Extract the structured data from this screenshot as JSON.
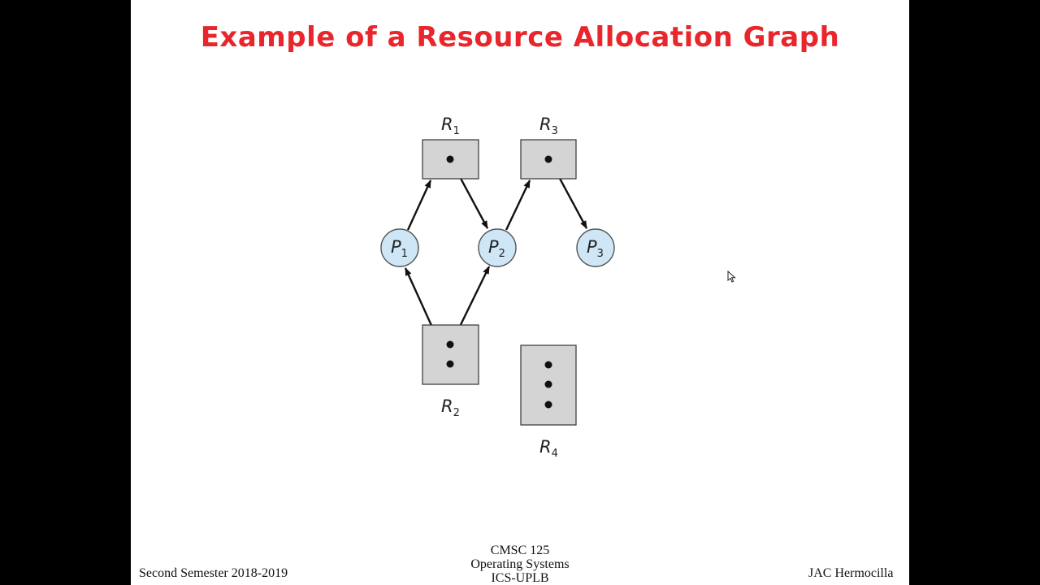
{
  "slide": {
    "title": "Example of a Resource Allocation Graph"
  },
  "graph": {
    "processes": [
      {
        "id": "P1",
        "label": "P",
        "sub": "1"
      },
      {
        "id": "P2",
        "label": "P",
        "sub": "2"
      },
      {
        "id": "P3",
        "label": "P",
        "sub": "3"
      }
    ],
    "resources": [
      {
        "id": "R1",
        "label": "R",
        "sub": "1",
        "instances": 1
      },
      {
        "id": "R2",
        "label": "R",
        "sub": "2",
        "instances": 2
      },
      {
        "id": "R3",
        "label": "R",
        "sub": "3",
        "instances": 1
      },
      {
        "id": "R4",
        "label": "R",
        "sub": "4",
        "instances": 3
      }
    ],
    "edges": [
      {
        "from": "P1",
        "to": "R1",
        "kind": "request"
      },
      {
        "from": "R1",
        "to": "P2",
        "kind": "assignment"
      },
      {
        "from": "P2",
        "to": "R3",
        "kind": "request"
      },
      {
        "from": "R3",
        "to": "P3",
        "kind": "assignment"
      },
      {
        "from": "R2",
        "to": "P1",
        "kind": "assignment"
      },
      {
        "from": "R2",
        "to": "P2",
        "kind": "assignment"
      }
    ],
    "colors": {
      "process_fill": "#cfe6f7",
      "resource_fill": "#d4d4d4",
      "edge": "#111111"
    }
  },
  "footer": {
    "left": "Second Semester 2018-2019",
    "center_line1": "CMSC 125",
    "center_line2": "Operating Systems",
    "center_line3": "ICS-UPLB",
    "right": "JAC Hermocilla"
  }
}
